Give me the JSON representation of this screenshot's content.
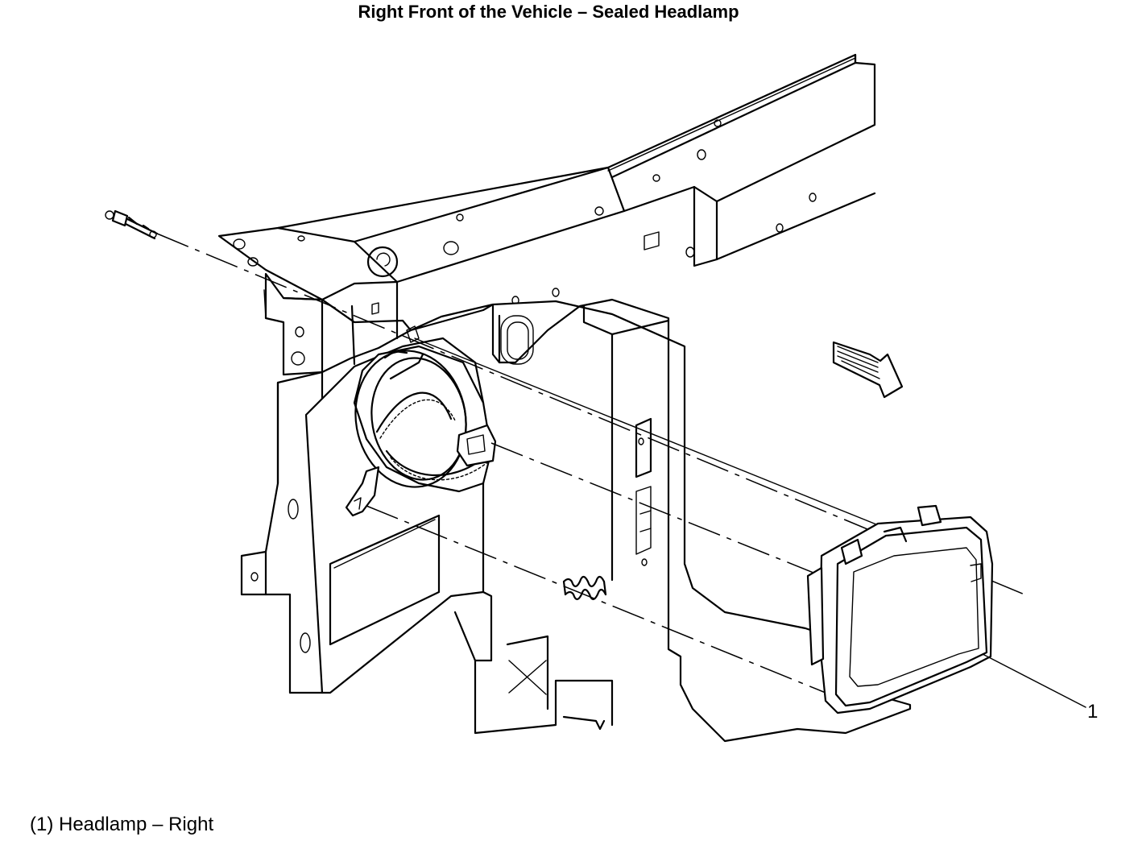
{
  "title": "Right Front of the Vehicle – Sealed Headlamp",
  "callouts": [
    {
      "number": "1",
      "label": "Headlamp – Right"
    }
  ],
  "legend": {
    "text": "(1) Headlamp – Right"
  }
}
